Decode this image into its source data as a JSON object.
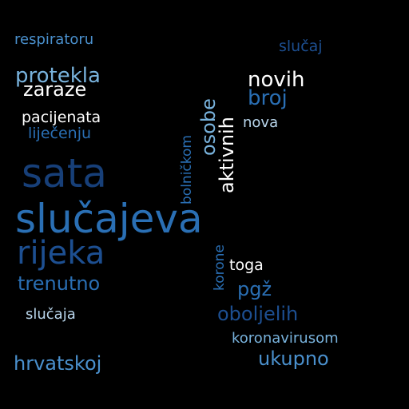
{
  "words": {
    "respiratoru": "respiratoru",
    "slucaj": "slučaj",
    "protekla": "protekla",
    "zaraze": "zaraze",
    "novih": "novih",
    "broj": "broj",
    "osobe": "osobe",
    "aktivnih": "aktivnih",
    "pacijenata": "pacijenata",
    "lijecenju": "liječenju",
    "nova": "nova",
    "bolnickom": "bolničkom",
    "sata": "sata",
    "slucajeva": "slučajeva",
    "rijeka": "rijeka",
    "korone": "korone",
    "toga": "toga",
    "pgz": "pgž",
    "trenutno": "trenutno",
    "oboljelih": "oboljelih",
    "slucaja": "slučaja",
    "koronavirusom": "koronavirusom",
    "ukupno": "ukupno",
    "hrvatskoj": "hrvatskoj"
  },
  "colors": {
    "background": "#000000",
    "white": "#ffffff",
    "light_blue": "#b9d6ec",
    "sky_blue": "#78b2dc",
    "mid_blue": "#4a90cd",
    "strong_blue": "#2a6fb4",
    "dark_blue": "#1d4f91",
    "navy": "#173f78"
  }
}
